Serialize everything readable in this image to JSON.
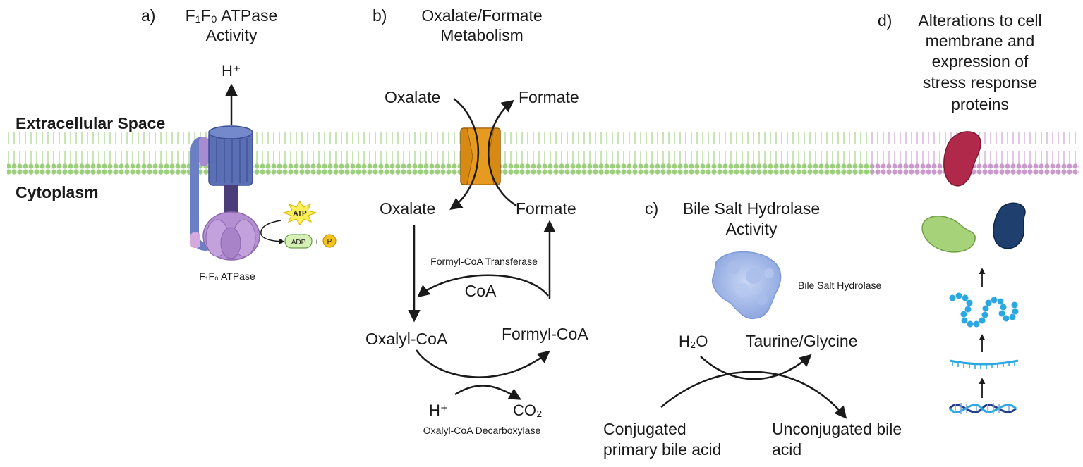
{
  "membrane": {
    "extracellular_label": "Extracellular Space",
    "cytoplasm_label": "Cytoplasm",
    "colors": {
      "normal": "#9ccf7c",
      "altered": "#c99acb"
    }
  },
  "panel_a": {
    "letter": "a)",
    "title_line1": "F₁F₀ ATPase",
    "title_line2": "Activity",
    "proton": "H⁺",
    "atp": "ATP",
    "adp": "ADP",
    "plus": "+",
    "phosphate": "P",
    "enzyme_label": "F₁F₀ ATPase"
  },
  "panel_b": {
    "letter": "b)",
    "title_line1": "Oxalate/Formate",
    "title_line2": "Metabolism",
    "oxalate_out": "Oxalate",
    "formate_out": "Formate",
    "oxalate_in": "Oxalate",
    "formate_in": "Formate",
    "transferase": "Formyl-CoA Transferase",
    "coa": "CoA",
    "oxalyl_coa": "Oxalyl-CoA",
    "formyl_coa": "Formyl-CoA",
    "proton": "H⁺",
    "co2": "CO₂",
    "decarboxylase": "Oxalyl-CoA Decarboxylase"
  },
  "panel_c": {
    "letter": "c)",
    "title_line1": "Bile Salt Hydrolase",
    "title_line2": "Activity",
    "enzyme_label": "Bile Salt Hydrolase",
    "water": "H₂O",
    "product": "Taurine/Glycine",
    "substrate_line1": "Conjugated",
    "substrate_line2": "primary bile acid",
    "result_line1": "Unconjugated bile",
    "result_line2": "acid"
  },
  "panel_d": {
    "letter": "d)",
    "title_lines": [
      "Alterations to cell",
      "membrane and",
      "expression of",
      "stress response",
      "proteins"
    ]
  }
}
